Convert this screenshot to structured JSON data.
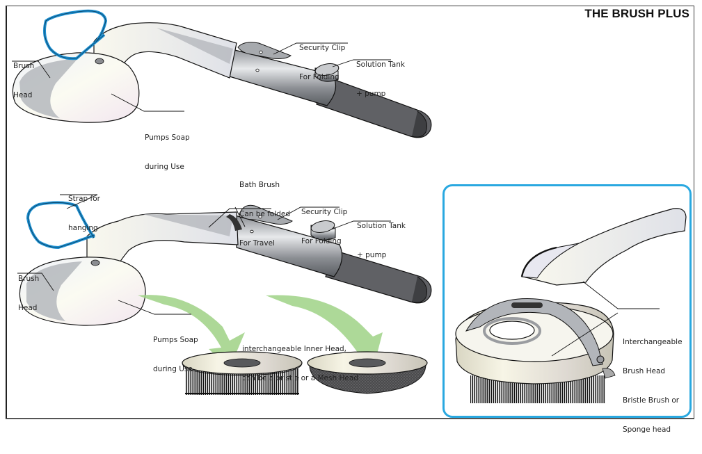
{
  "title": "THE BRUSH PLUS",
  "colors": {
    "strap": "#1d8fd0",
    "inset_border": "#29a8e0",
    "arrow": "#9fd286",
    "handle_dark": "#5f6063",
    "metal": "#b9bcc0",
    "head_light": "#f4f2ea"
  },
  "top_view": {
    "labels": {
      "brush_head": [
        "Brush",
        "Head"
      ],
      "pumps_soap": [
        "Pumps Soap",
        "during Use"
      ],
      "security_clip": [
        "Security Clip",
        "For Folding"
      ],
      "solution_tank": [
        "Solution Tank",
        "+ pump"
      ]
    }
  },
  "bottom_view": {
    "labels": {
      "strap": [
        "Strap for",
        "hanging"
      ],
      "brush_head": [
        "Brush",
        "Head"
      ],
      "pumps_soap": [
        "Pumps Soap",
        "during Use"
      ],
      "bath_brush": [
        "Bath Brush",
        "Can be folded",
        "For Travel"
      ],
      "security_clip": [
        "Security Clip",
        "For Folding"
      ],
      "solution_tank": [
        "Solution Tank",
        "+ pump"
      ],
      "inner_head": [
        "interchangeable Inner Head,",
        "can be a bristle or a Mesh Head"
      ]
    },
    "heads": [
      "bristle",
      "mesh"
    ]
  },
  "inset": {
    "label": [
      "Interchangeable",
      "Brush Head",
      "Bristle Brush or",
      "Sponge head"
    ]
  }
}
